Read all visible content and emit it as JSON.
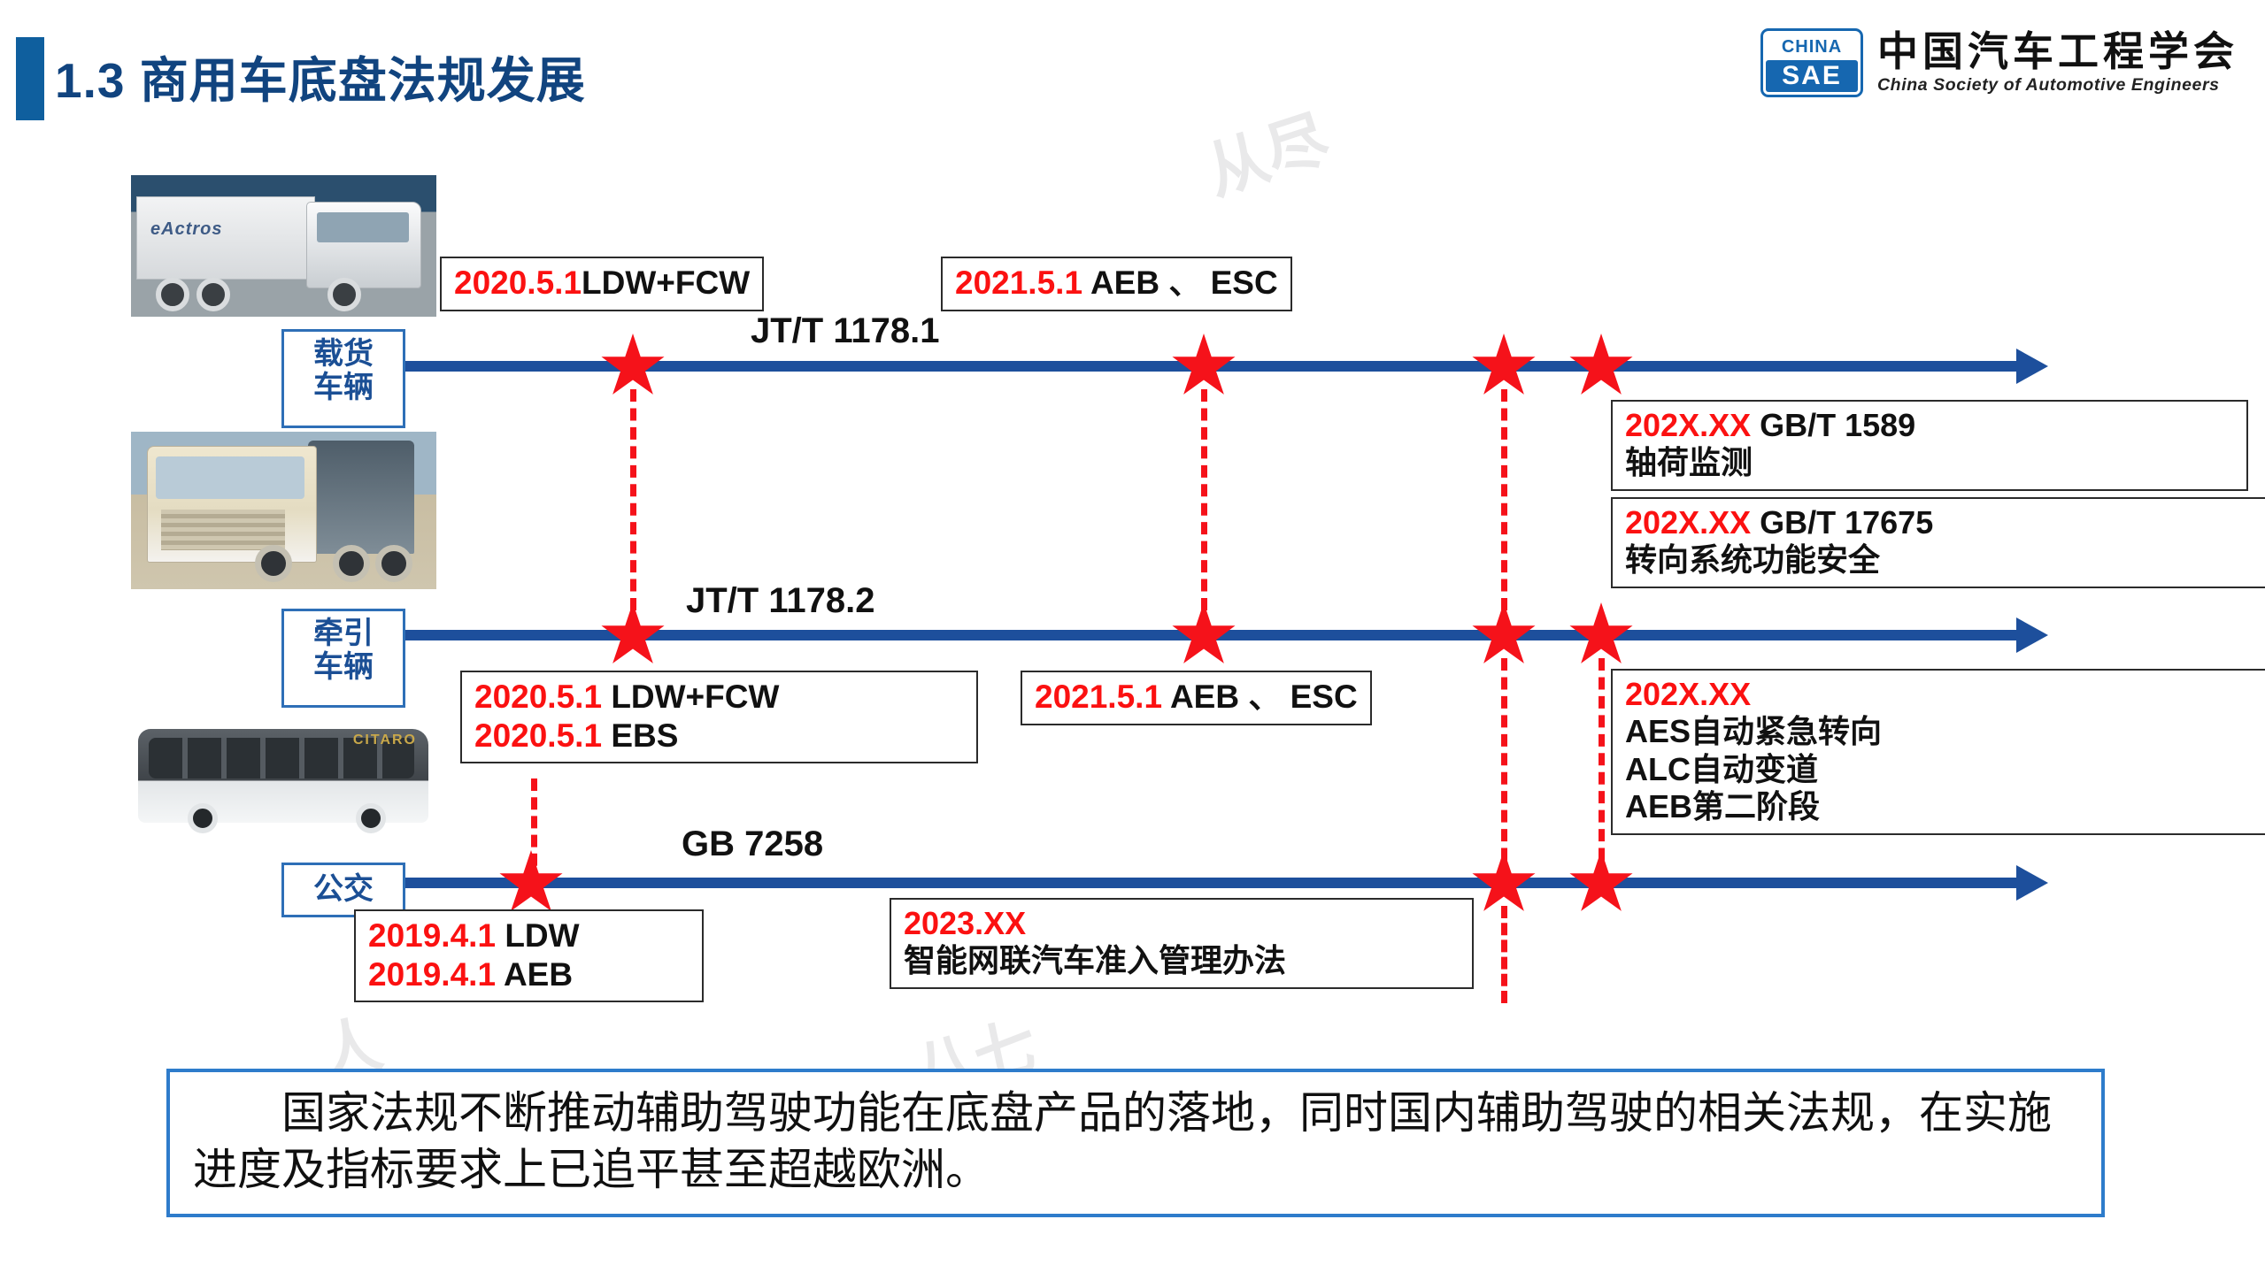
{
  "header": {
    "title": "1.3 商用车底盘法规发展",
    "logo": {
      "badge_top": "CHINA",
      "badge_bottom": "SAE",
      "name_cn": "中国汽车工程学会",
      "name_en": "China Society of Automotive Engineers"
    }
  },
  "rows": [
    {
      "label": "载货\n车辆",
      "label_line1": "载货",
      "label_line2": "车辆",
      "standard": "JT/T 1178.1",
      "photo_caption": "eActros"
    },
    {
      "label_line1": "牵引",
      "label_line2": "车辆",
      "standard": "JT/T 1178.2",
      "photo_caption": "tractor-truck"
    },
    {
      "label_line1": "公交",
      "label_line2": "",
      "standard": "GB 7258",
      "photo_caption": "CITARO"
    }
  ],
  "callouts": {
    "truck_ldw": {
      "date": "2020.5.1",
      "item": "LDW+FCW"
    },
    "truck_aeb": {
      "date": "2021.5.1",
      "item": "AEB 、 ESC"
    },
    "gbt1589": {
      "date": "202X.XX",
      "item": "GB/T 1589",
      "line2": "轴荷监测"
    },
    "gbt17675": {
      "date": "202X.XX",
      "item": "GB/T 17675",
      "line2": "转向系统功能安全"
    },
    "tractor_ldw": {
      "date": "2020.5.1",
      "item": "LDW+FCW"
    },
    "tractor_ebs": {
      "date": "2020.5.1",
      "item": "EBS"
    },
    "tractor_aeb": {
      "date": "2021.5.1",
      "item": "AEB 、 ESC"
    },
    "future": {
      "date": "202X.XX",
      "line1": "AES自动紧急转向",
      "line2": "ALC自动变道",
      "line3": "AEB第二阶段"
    },
    "bus_ldw": {
      "date": "2019.4.1",
      "item": "LDW"
    },
    "bus_aeb": {
      "date": "2019.4.1",
      "item": "AEB"
    },
    "icv_rule": {
      "date": "2023.XX",
      "line2": "智能网联汽车准入管理办法"
    }
  },
  "conclusion": "国家法规不断推动辅助驾驶功能在底盘产品的落地，同时国内辅助驾驶的相关法规，在实施进度及指标要求上已追平甚至超越欧洲。",
  "colors": {
    "title_blue": "#11447f",
    "accent_blue": "#0f5f9e",
    "axis_blue": "#1d4f9c",
    "star_red": "#f5121a",
    "date_red": "#fb1111",
    "box_blue": "#2e7ccb"
  }
}
